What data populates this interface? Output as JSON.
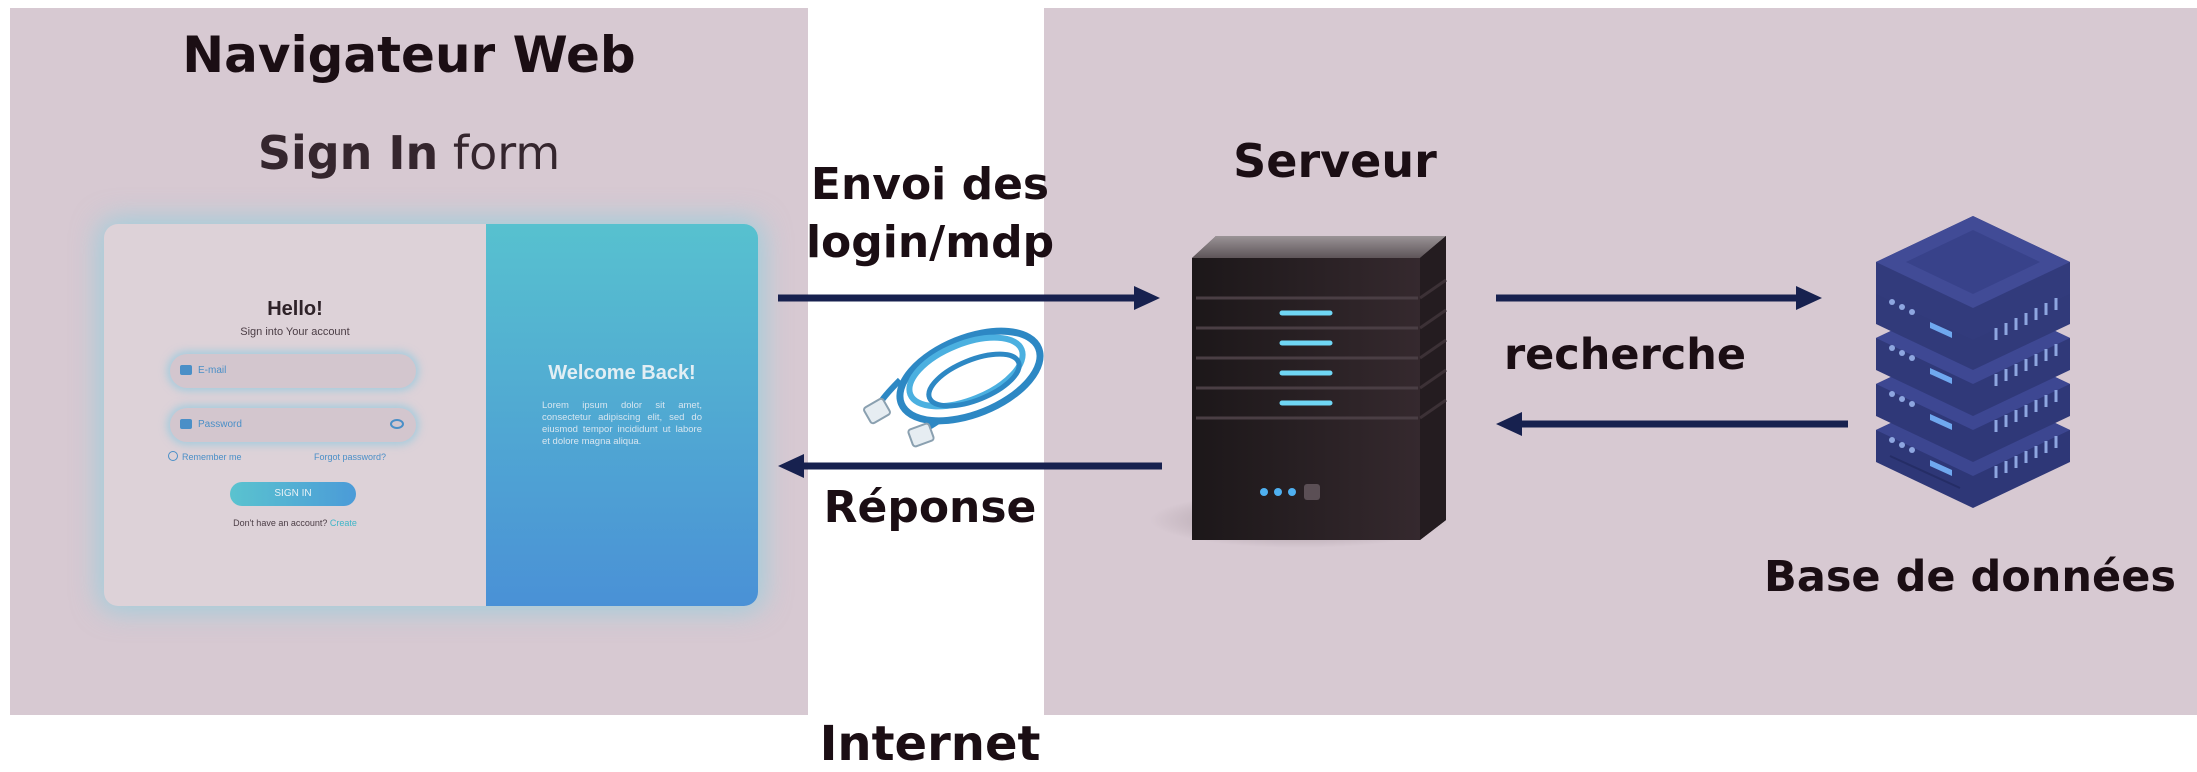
{
  "browser": {
    "title": "Navigateur Web",
    "form_title_bold": "Sign In",
    "form_title_light": " form",
    "card": {
      "greeting": "Hello!",
      "subtitle": "Sign into Your account",
      "email_placeholder": "E-mail",
      "password_placeholder": "Password",
      "remember_me": "Remember me",
      "forgot_password": "Forgot password?",
      "sign_in_button": "SIGN IN",
      "no_account": "Don't have an account?",
      "create_link": "Create",
      "welcome": "Welcome Back!",
      "lorem": "Lorem ipsum dolor sit amet, consectetur adipiscing elit, sed do eiusmod tempor incididunt ut labore et dolore magna aliqua."
    }
  },
  "network": {
    "send_label_line1": "Envoi des",
    "send_label_line2": "login/mdp",
    "response_label": "Réponse",
    "internet_label": "Internet"
  },
  "server": {
    "label": "Serveur",
    "search_label": "recherche"
  },
  "database": {
    "label": "Base de données"
  },
  "colors": {
    "panel": "#d7c9d2",
    "arrow": "#17214f",
    "database": "#2f3a7a"
  }
}
